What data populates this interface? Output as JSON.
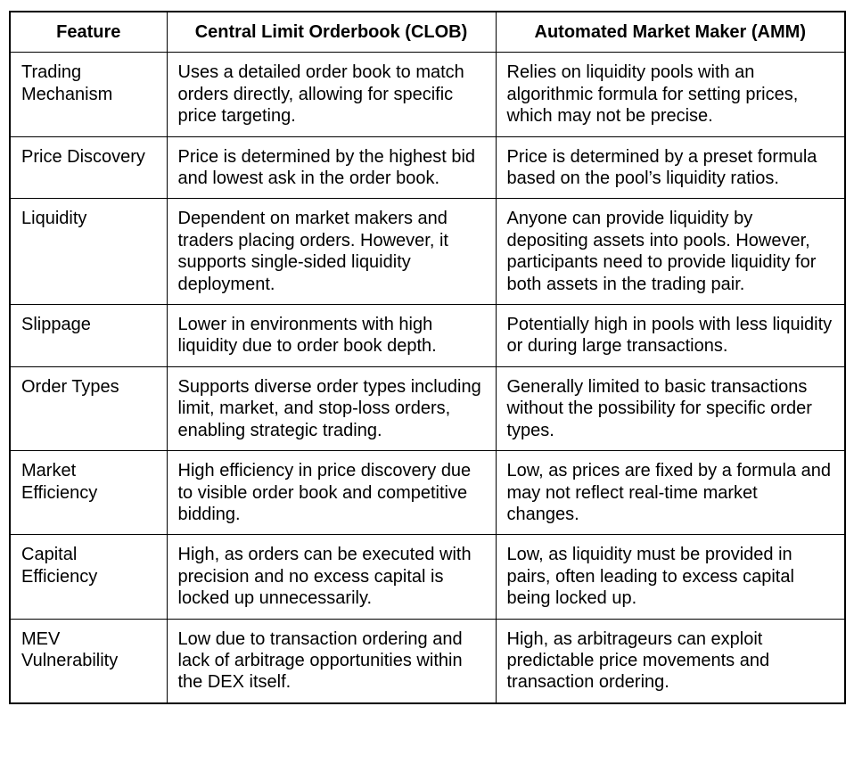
{
  "page": {
    "background_color": "#ffffff",
    "text_color": "#000000",
    "border_color": "#000000"
  },
  "table": {
    "headers": [
      "Feature",
      "Central Limit Orderbook (CLOB)",
      "Automated Market Maker (AMM)"
    ],
    "rows": [
      {
        "feature": "Trading Mechanism",
        "clob": "Uses a detailed order book to match orders directly, allowing for specific price targeting.",
        "amm": "Relies on liquidity pools with an algorithmic formula for setting prices, which may not be precise."
      },
      {
        "feature": "Price Discovery",
        "clob": "Price is determined by the highest bid and lowest ask in the order book.",
        "amm": "Price is determined by a preset formula based on the pool’s liquidity ratios."
      },
      {
        "feature": "Liquidity",
        "clob": "Dependent on market makers and traders placing orders. However, it supports single-sided liquidity deployment.",
        "amm": "Anyone can provide liquidity by depositing assets into pools. However, participants need to provide liquidity for both assets in the trading pair."
      },
      {
        "feature": "Slippage",
        "clob": "Lower in environments with high liquidity due to order book depth.",
        "amm": "Potentially high in pools with less liquidity or during large transactions."
      },
      {
        "feature": "Order Types",
        "clob": "Supports diverse order types including limit, market, and stop-loss orders, enabling strategic trading.",
        "amm": "Generally limited to basic transactions without the possibility for specific order types."
      },
      {
        "feature": "Market Efficiency",
        "clob": "High efficiency in price discovery due to visible order book and competitive bidding.",
        "amm": "Low, as prices are fixed by a formula and may not reflect real-time market changes."
      },
      {
        "feature": "Capital Efficiency",
        "clob": "High, as orders can be executed with precision and no excess capital is locked up unnecessarily.",
        "amm": "Low, as liquidity must be provided in pairs, often leading to excess capital being locked up."
      },
      {
        "feature": "MEV Vulnerability",
        "clob": "Low due to transaction ordering and lack of arbitrage opportunities within the DEX itself.",
        "amm": "High, as arbitrageurs can exploit predictable price movements and transaction ordering."
      }
    ]
  }
}
